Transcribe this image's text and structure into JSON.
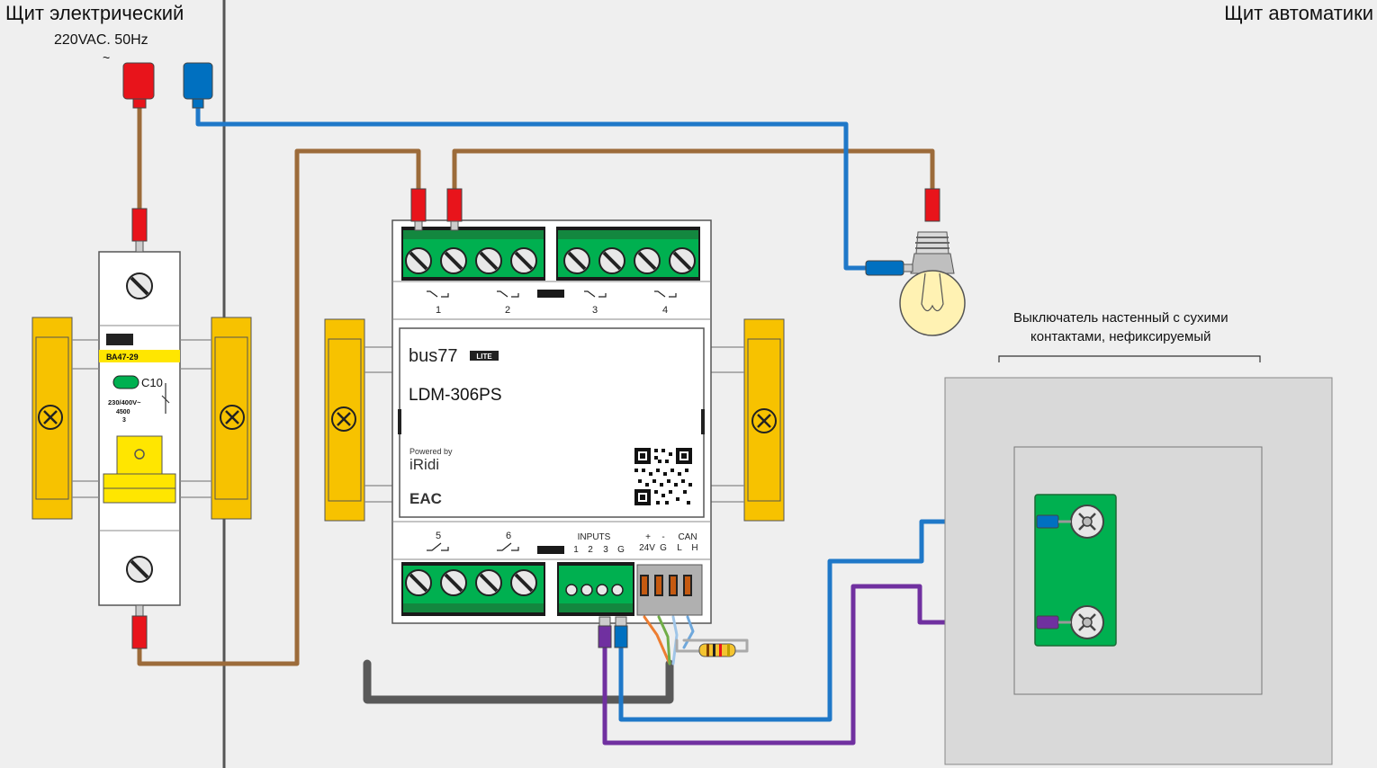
{
  "panels": {
    "left_title": "Щит электрический",
    "right_title": "Щит автоматики",
    "supply": "220VAC. 50Hz",
    "supply_symbol": "~"
  },
  "breaker": {
    "brand": "ВА47-29",
    "rating": "C10",
    "voltage": "230/400V~",
    "code": "4500",
    "class": "3"
  },
  "module": {
    "brand": "bus77",
    "edition": "LITE",
    "model": "LDM-306PS",
    "powered_by": "Powered by",
    "platform": "iRidi",
    "cert": "EAC",
    "relay_numbers_top": [
      "1",
      "2",
      "3",
      "4"
    ],
    "relay_numbers_bottom": [
      "5",
      "6"
    ],
    "inputs_label": "INPUTS",
    "input_numbers": [
      "1",
      "2",
      "3",
      "G"
    ],
    "power_labels": [
      "+",
      "-",
      "24V",
      "G"
    ],
    "can_label": "CAN",
    "can_pins": [
      "L",
      "H"
    ]
  },
  "switch": {
    "caption_line1": "Выключатель настенный с сухими",
    "caption_line2": "контактами, нефиксируемый"
  },
  "colors": {
    "phase": "#e8141b",
    "neutral": "#0070c0",
    "wire_brown": "#9c6b3a",
    "wire_blue": "#1f78c8",
    "wire_purple": "#7030a0",
    "wire_gray": "#595959",
    "din_yellow": "#f7c200",
    "terminal_green": "#00b050"
  }
}
